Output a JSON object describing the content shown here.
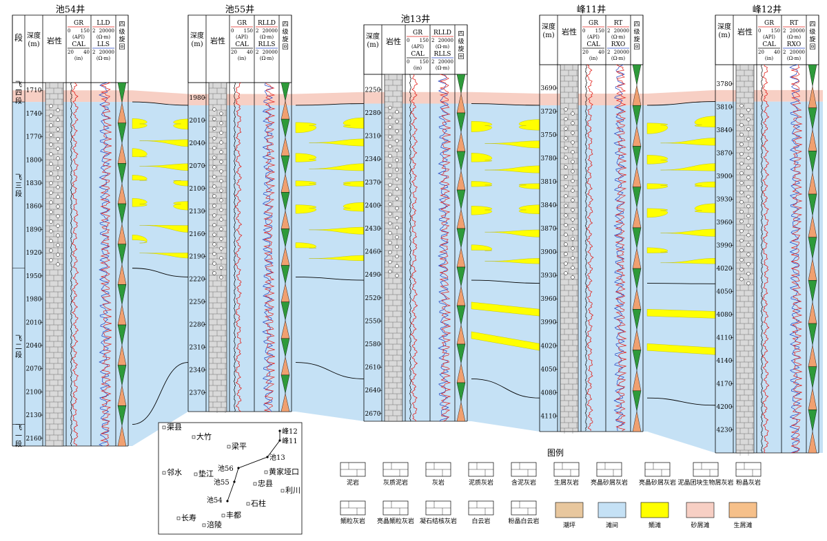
{
  "wells": [
    {
      "name": "池54井",
      "curve_headers": {
        "top_label": "GR",
        "top_unit": "(API)",
        "top_min": "0",
        "top_max": "150",
        "bottom_label": "CAL",
        "bottom_unit": "(in)",
        "bottom_min": "20",
        "bottom_max": "40",
        "res1_label": "LLD",
        "res1_unit": "(Ω·m)",
        "res1_min": "2",
        "res1_max": "20000",
        "res2_label": "LLS",
        "res2_unit": "(Ω·m)",
        "res2_min": "2",
        "res2_max": "20000"
      },
      "depth_start": 1700,
      "depth_end": 2170,
      "tick_step": 30,
      "depth_ticks": [
        "1710",
        "1740",
        "1770",
        "1800",
        "1830",
        "1860",
        "1890",
        "1920",
        "1950",
        "1980",
        "2010",
        "2040",
        "2070",
        "2100",
        "2130",
        "2160"
      ],
      "formation_tops": [
        1725,
        1940,
        2142
      ],
      "facies": [
        "gray",
        "red",
        "blue",
        "yellow",
        "blue",
        "yellow",
        "blue",
        "yellow",
        "blue"
      ]
    },
    {
      "name": "池55井",
      "curve_headers": {
        "top_label": "GR",
        "top_unit": "(API)",
        "top_min": "0",
        "top_max": "150",
        "bottom_label": "CAL",
        "bottom_unit": "(in)",
        "bottom_min": "20",
        "bottom_max": "40",
        "res1_label": "RLLD",
        "res1_unit": "(Ω·m)",
        "res1_min": "2",
        "res1_max": "20000",
        "res2_label": "RLLS",
        "res2_unit": "(Ω·m)",
        "res2_min": "2",
        "res2_max": "20000"
      },
      "depth_start": 1960,
      "depth_end": 2395,
      "tick_step": 30,
      "depth_ticks": [
        "1980",
        "2010",
        "2040",
        "2070",
        "2100",
        "2130",
        "2160",
        "2190",
        "2220",
        "2250",
        "2280",
        "2310",
        "2340",
        "2370"
      ],
      "formation_tops": [
        1990,
        2217,
        2330
      ]
    },
    {
      "name": "池13井",
      "curve_headers": {
        "top_label": "GR",
        "top_unit": "(API)",
        "top_min": "0",
        "top_max": "150",
        "bottom_label": "CAL",
        "bottom_unit": "(in)",
        "bottom_min": "0",
        "bottom_max": "150",
        "res1_label": "RLLD",
        "res1_unit": "(Ω·m)",
        "res1_min": "2",
        "res1_max": "20000",
        "res2_label": "RLLS",
        "res2_unit": "(Ω·m)",
        "res2_min": "2",
        "res2_max": "20000"
      },
      "depth_start": 2230,
      "depth_end": 2680,
      "tick_step": 30,
      "depth_ticks": [
        "2250",
        "2280",
        "2310",
        "2340",
        "2370",
        "2400",
        "2430",
        "2460",
        "2490",
        "2520",
        "2550",
        "2580",
        "2610",
        "2640",
        "2670"
      ],
      "formation_tops": [
        2268,
        2497,
        2625
      ]
    },
    {
      "name": "峰11井",
      "curve_headers": {
        "top_label": "GR",
        "top_unit": "(API)",
        "top_min": "0",
        "top_max": "150",
        "bottom_label": "CAL",
        "bottom_unit": "(in)",
        "bottom_min": "20",
        "bottom_max": "40",
        "res1_label": "RT",
        "res1_unit": "(Ω·m)",
        "res1_min": "2",
        "res1_max": "20000",
        "res2_label": "RXO",
        "res2_unit": "(Ω·m)",
        "res2_min": "2",
        "res2_max": "20000"
      },
      "depth_start": 3660,
      "depth_end": 4130,
      "tick_step": 30,
      "depth_ticks": [
        "3690",
        "3720",
        "3750",
        "3780",
        "3810",
        "3840",
        "3870",
        "3900",
        "3930",
        "3960",
        "3990",
        "4020",
        "4050",
        "4080",
        "4110"
      ],
      "formation_tops": [
        3712,
        3940,
        4087
      ]
    },
    {
      "name": "峰12井",
      "curve_headers": {
        "top_label": "GR",
        "top_unit": "(API)",
        "top_min": "0",
        "top_max": "150",
        "bottom_label": "CAL",
        "bottom_unit": "(in)",
        "bottom_min": "20",
        "bottom_max": "40",
        "res1_label": "RT",
        "res1_unit": "(Ω·m)",
        "res1_min": "2",
        "res1_max": "20000",
        "res2_label": "RXO",
        "res2_unit": "(Ω·m)",
        "res2_min": "2",
        "res2_max": "20000"
      },
      "depth_start": 3755,
      "depth_end": 4260,
      "tick_step": 30,
      "depth_ticks": [
        "3780",
        "3810",
        "3840",
        "3870",
        "3900",
        "3930",
        "3960",
        "3990",
        "4020",
        "4050",
        "4080",
        "4110",
        "4140",
        "4170",
        "4200",
        "4230"
      ],
      "formation_tops": [
        3803,
        4040,
        4198
      ]
    }
  ],
  "column_labels": {
    "segment": "段",
    "depth": "深度(m)",
    "lithology": "岩性",
    "cycle": "四级旋回"
  },
  "segments": [
    {
      "label": "飞四段"
    },
    {
      "label": "飞三段"
    },
    {
      "label": "飞二段"
    },
    {
      "label": "飞一段"
    }
  ],
  "map": {
    "places": [
      {
        "name": "渠县"
      },
      {
        "name": "大竹"
      },
      {
        "name": "梁平"
      },
      {
        "name": "邻水"
      },
      {
        "name": "垫江"
      },
      {
        "name": "忠县"
      },
      {
        "name": "黄家垭口"
      },
      {
        "name": "利川"
      },
      {
        "name": "石柱"
      },
      {
        "name": "丰都"
      },
      {
        "name": "长寿"
      },
      {
        "name": "涪陵"
      }
    ],
    "wells": [
      {
        "name": "峰12"
      },
      {
        "name": "峰11"
      },
      {
        "name": "池13"
      },
      {
        "name": "池56"
      },
      {
        "name": "池55"
      },
      {
        "name": "池54"
      }
    ]
  },
  "legend": {
    "title": "图例",
    "lithology_items": [
      "泥岩",
      "灰质泥岩",
      "灰岩",
      "泥质灰岩",
      "含泥灰岩",
      "生屑灰岩",
      "亮晶砂屑灰岩",
      "亮晶砂屑灰岩",
      "泥晶团块生物屑灰岩",
      "粉晶灰岩",
      "鲕粒灰岩",
      "亮晶鲕粒灰岩",
      "凝石结核灰岩",
      "白云岩",
      "粉晶白云岩"
    ],
    "facies_items": [
      {
        "label": "潮坪",
        "color": "#e8c79e"
      },
      {
        "label": "滩间",
        "color": "#c5e1f5"
      },
      {
        "label": "鲕滩",
        "color": "#ffff00"
      },
      {
        "label": "砂屑滩",
        "color": "#f7cfc4"
      },
      {
        "label": "生屑滩",
        "color": "#f6c08a"
      }
    ]
  },
  "colors": {
    "tidal_flat": "#f7cfc4",
    "inter_shoal": "#c5e1f5",
    "oolitic_shoal": "#ffff00",
    "gr_curve": "#e3201b",
    "resistivity_curve": "#1f3fbf"
  }
}
